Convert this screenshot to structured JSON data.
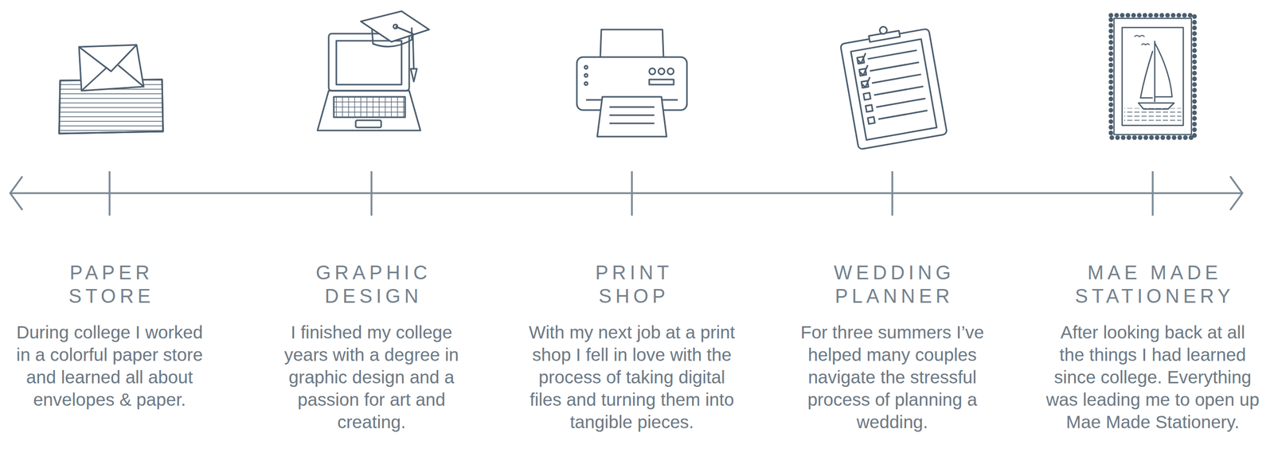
{
  "diagram": {
    "labels": [
      "PAPER STORE",
      "During college I worked in a colorful paper store and learned all about envelopes & paper.",
      "GRAPHIC DESIGN",
      "I finished my college years with a degree in graphic design and a passion for art and creating.",
      "PRINT SHOP",
      "With my next job at a print shop I fell in love with the process of taking digital files and turning them into tangible pieces.",
      "WEDDING PLANNER",
      "For three summers I’ve helped many couples navigate the stressful process of planning a wedding.",
      "MAE MADE STATIONERY",
      "After looking back at all the things I had learned since college. Everything was leading me to open up Mae Made Stationery."
    ]
  }
}
